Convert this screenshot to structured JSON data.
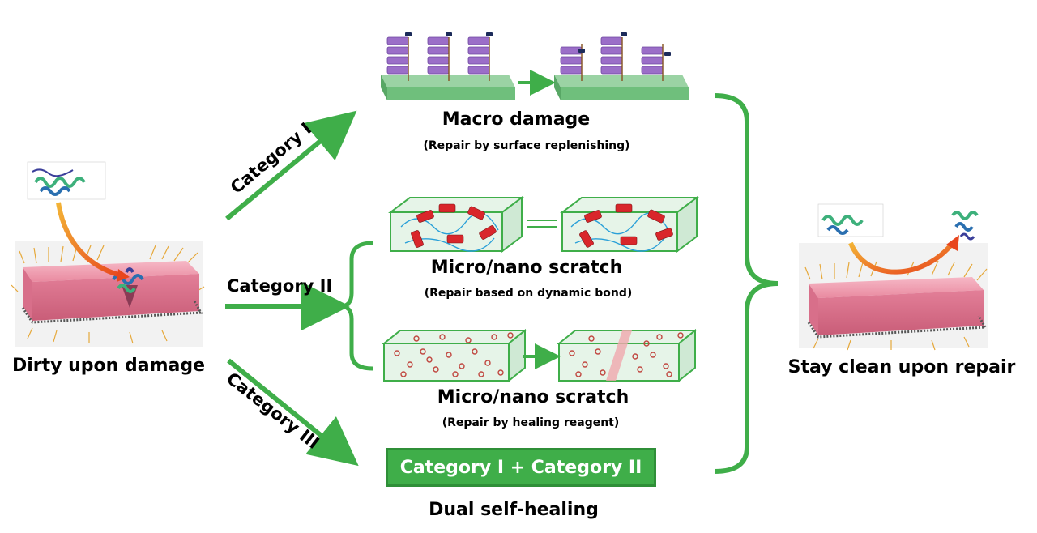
{
  "left_panel": {
    "caption": "Dirty upon damage"
  },
  "right_panel": {
    "caption": "Stay clean upon repair"
  },
  "categories": {
    "cat1": "Category I",
    "cat2": "Category  II",
    "cat3": "Category  III"
  },
  "items": [
    {
      "title": "Macro damage",
      "subtitle": "(Repair by surface replenishing)"
    },
    {
      "title": "Micro/nano scratch",
      "subtitle": "(Repair based on dynamic bond)"
    },
    {
      "title": "Micro/nano scratch",
      "subtitle": "(Repair by healing reagent)"
    }
  ],
  "dual": {
    "box_label": "Category  I + Category  II",
    "caption": "Dual self-healing"
  },
  "colors": {
    "accent_green": "#3fae49",
    "block_pink": "#e98aa0",
    "polymer_purple": "#9b6ec8",
    "capsule_red": "#d9262b"
  }
}
